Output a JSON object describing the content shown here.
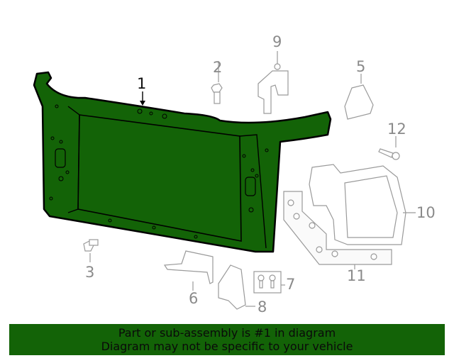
{
  "diagram": {
    "highlight_color": "#136307",
    "outline_color": "#000000",
    "other_parts_color": "#9a9a9a",
    "callouts": [
      {
        "id": "1",
        "label": "1",
        "highlighted": true
      },
      {
        "id": "2",
        "label": "2"
      },
      {
        "id": "3",
        "label": "3"
      },
      {
        "id": "5",
        "label": "5"
      },
      {
        "id": "6",
        "label": "6"
      },
      {
        "id": "7",
        "label": "7"
      },
      {
        "id": "8",
        "label": "8"
      },
      {
        "id": "9",
        "label": "9"
      },
      {
        "id": "10",
        "label": "10"
      },
      {
        "id": "11",
        "label": "11"
      },
      {
        "id": "12",
        "label": "12"
      }
    ]
  },
  "banner": {
    "line1": "Part or sub-assembly is #1 in diagram",
    "line2": "Diagram may not be specific to your vehicle",
    "background": "#136307"
  }
}
